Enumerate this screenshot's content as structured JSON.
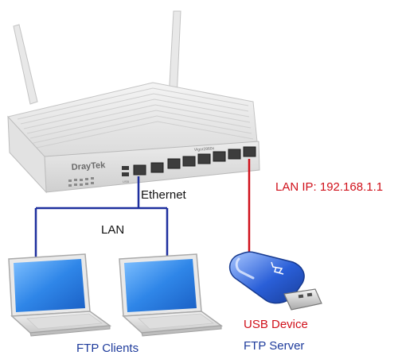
{
  "labels": {
    "ethernet": "Ethernet",
    "lan": "LAN",
    "lan_ip": "LAN IP: 192.168.1.1",
    "usb_device": "USB Device",
    "ftp_server": "FTP Server",
    "ftp_clients": "FTP Clients",
    "router_brand": "DrayTek",
    "router_model": "Vigor2860n",
    "usb_port_mark": "USB"
  },
  "colors": {
    "lan_line": "#1e2f9e",
    "usb_line": "#d0101a",
    "label_red": "#d0101a",
    "label_blue": "#1f3c9c",
    "screen_blue": "#2f86e8",
    "usb_blue": "#2a5fd8"
  },
  "icons": [
    "router-icon",
    "laptop-icon",
    "usb-drive-icon"
  ]
}
